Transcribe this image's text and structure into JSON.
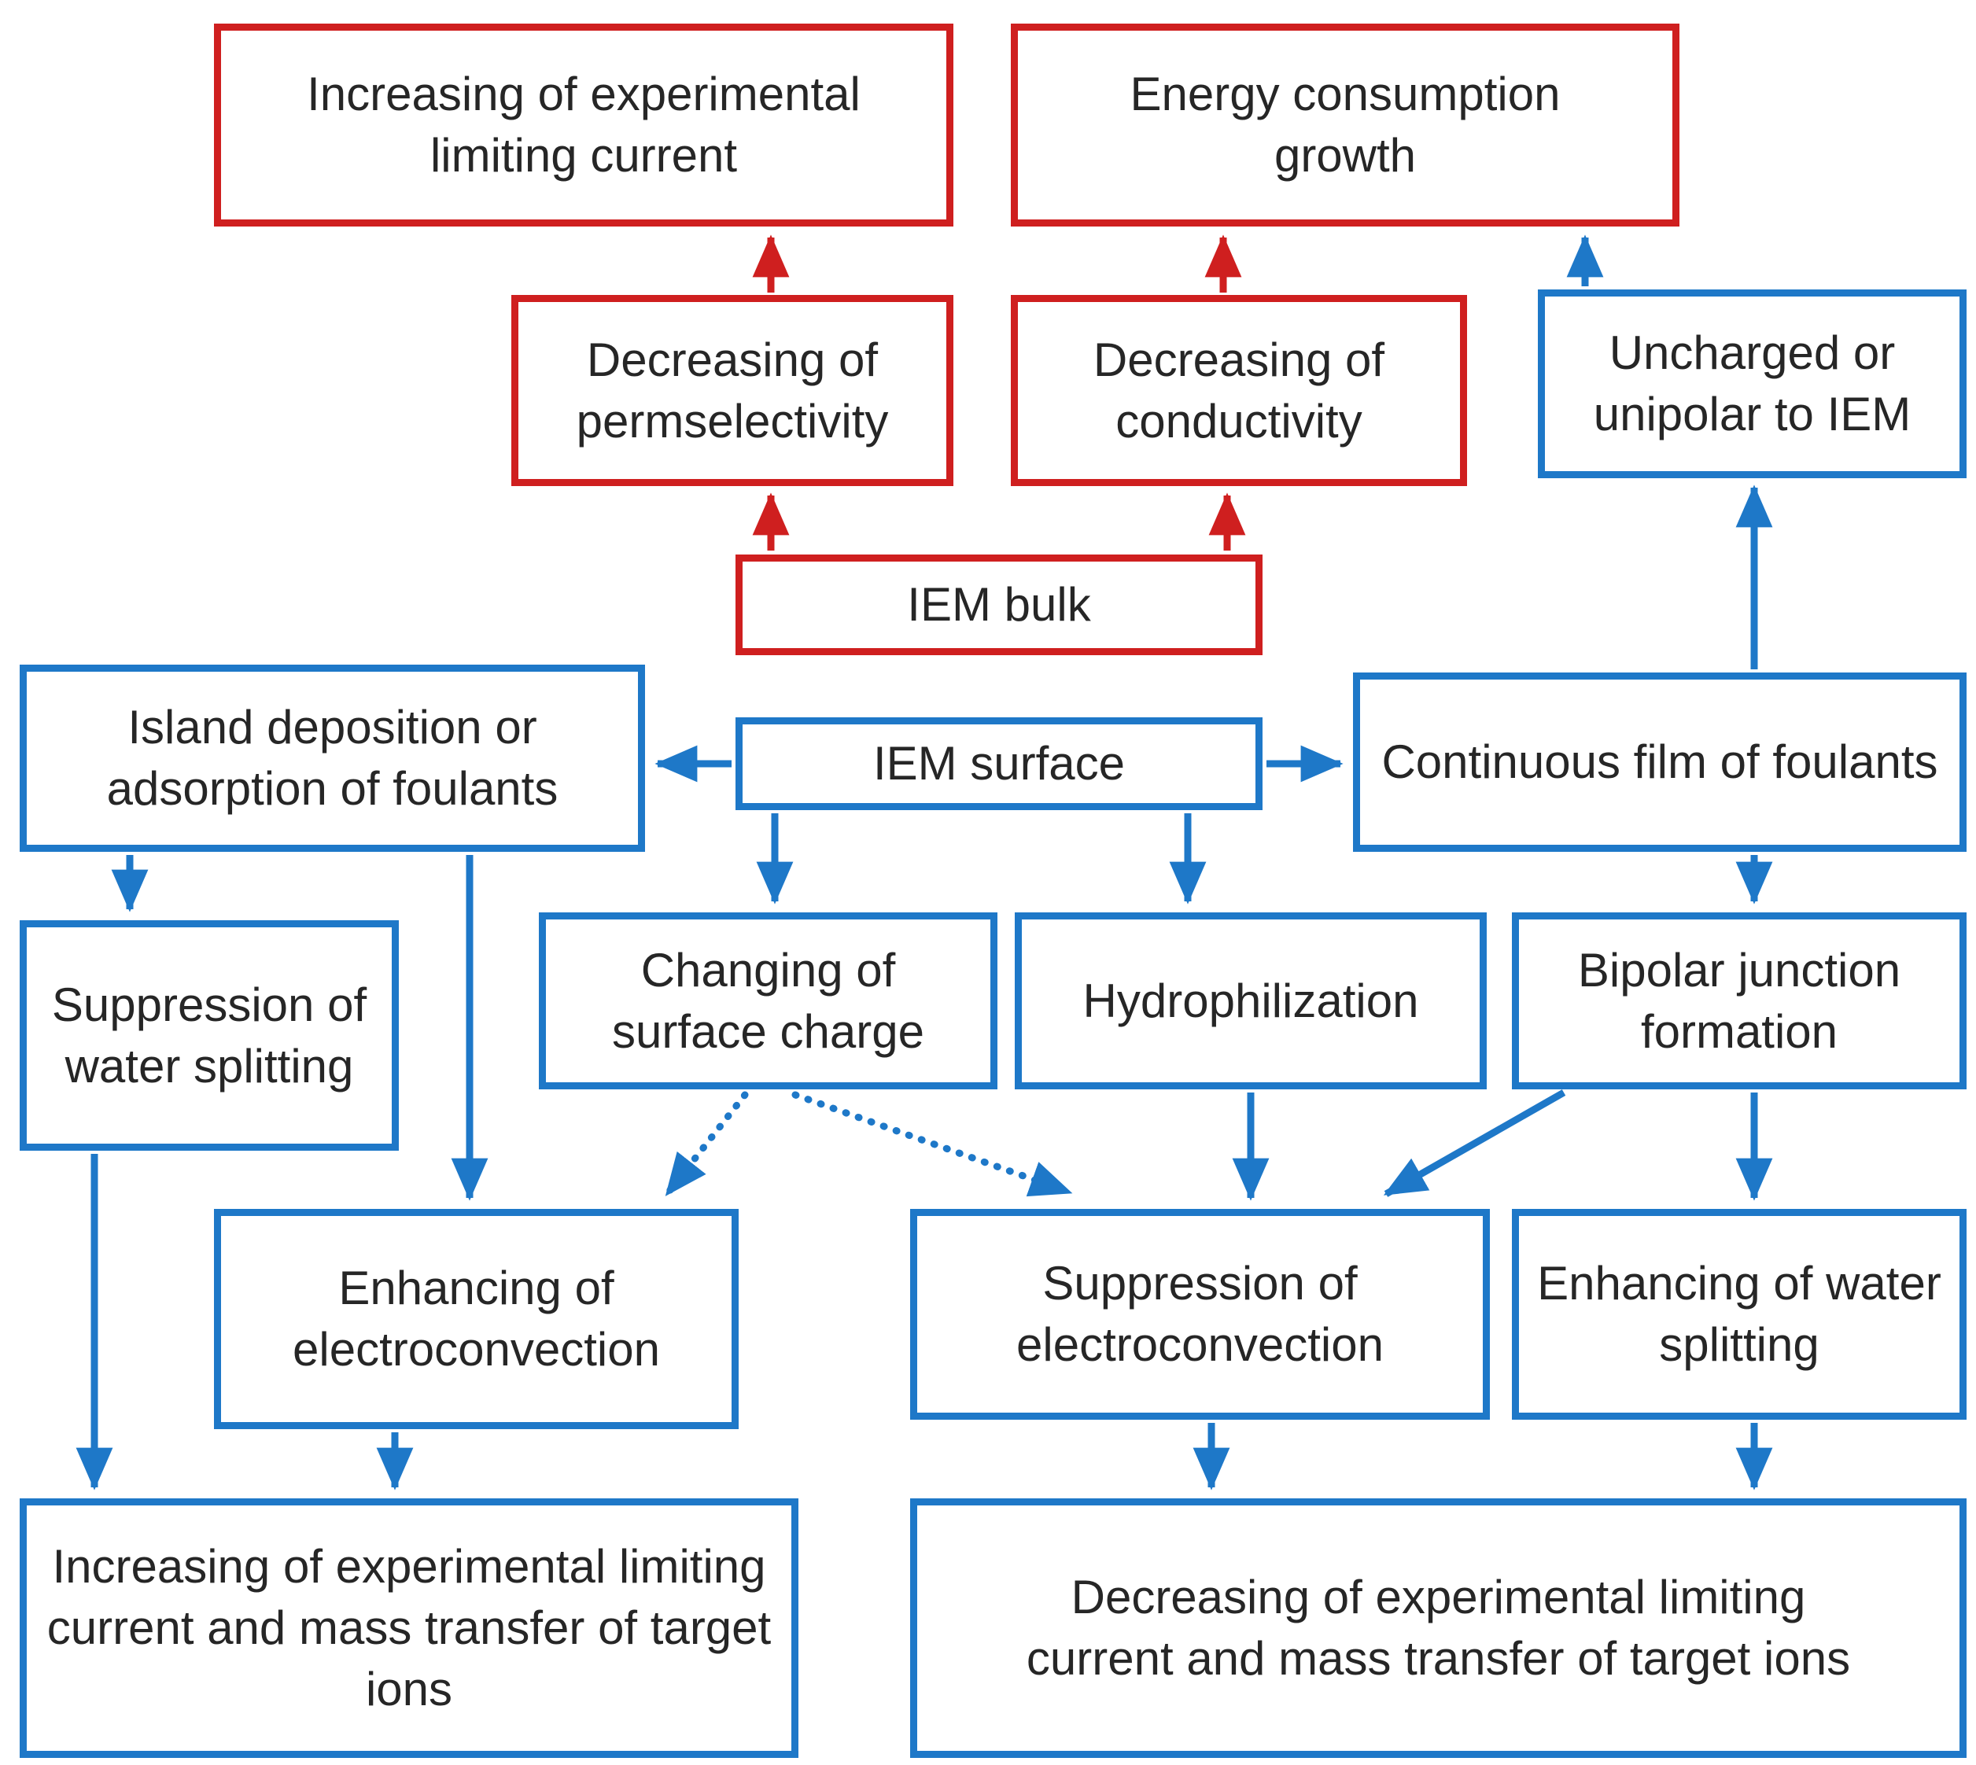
{
  "diagram": {
    "title": "IEM fouling consequences flowchart",
    "colors": {
      "red": "#cf1f1f",
      "blue": "#1e78c8",
      "text": "#262626",
      "background": "#ffffff"
    },
    "nodes": [
      {
        "id": "increasing-experimental-limiting-current",
        "label": "Increasing of experimental limiting current",
        "color": "red"
      },
      {
        "id": "energy-consumption-growth",
        "label": "Energy consumption growth",
        "color": "red"
      },
      {
        "id": "decreasing-of-permselectivity",
        "label": "Decreasing of permselectivity",
        "color": "red"
      },
      {
        "id": "decreasing-of-conductivity",
        "label": "Decreasing of conductivity",
        "color": "red"
      },
      {
        "id": "uncharged-or-unipolar-to-iem",
        "label": "Uncharged or unipolar to IEM",
        "color": "blue"
      },
      {
        "id": "iem-bulk",
        "label": "IEM bulk",
        "color": "red"
      },
      {
        "id": "island-deposition-or-adsorption-of-foulants",
        "label": "Island deposition or adsorption of foulants",
        "color": "blue"
      },
      {
        "id": "iem-surface",
        "label": "IEM surface",
        "color": "blue"
      },
      {
        "id": "continuous-film-of-foulants",
        "label": "Continuous film of foulants",
        "color": "blue"
      },
      {
        "id": "suppression-of-water-splitting",
        "label": "Suppression of water splitting",
        "color": "blue"
      },
      {
        "id": "changing-of-surface-charge",
        "label": "Changing of surface charge",
        "color": "blue"
      },
      {
        "id": "hydrophilization",
        "label": "Hydrophilization",
        "color": "blue"
      },
      {
        "id": "bipolar-junction-formation",
        "label": "Bipolar junction formation",
        "color": "blue"
      },
      {
        "id": "enhancing-of-electroconvection",
        "label": "Enhancing of electroconvection",
        "color": "blue"
      },
      {
        "id": "suppression-of-electroconvection",
        "label": "Suppression of electroconvection",
        "color": "blue"
      },
      {
        "id": "enhancing-of-water-splitting",
        "label": "Enhancing of water splitting",
        "color": "blue"
      },
      {
        "id": "increasing-limiting-current-mass-transfer",
        "label": "Increasing of experimental limiting current and mass transfer of target ions",
        "color": "blue"
      },
      {
        "id": "decreasing-limiting-current-mass-transfer",
        "label": "Decreasing of experimental limiting current and mass transfer of target ions",
        "color": "blue"
      }
    ],
    "edges": [
      {
        "from": "decreasing-of-permselectivity",
        "to": "increasing-experimental-limiting-current",
        "color": "red",
        "style": "solid",
        "points": [
          980,
          372,
          980,
          302
        ]
      },
      {
        "from": "decreasing-of-conductivity",
        "to": "energy-consumption-growth",
        "color": "red",
        "style": "solid",
        "points": [
          1555,
          372,
          1555,
          302
        ]
      },
      {
        "from": "iem-bulk",
        "to": "decreasing-of-permselectivity",
        "color": "red",
        "style": "solid",
        "points": [
          980,
          700,
          980,
          630
        ]
      },
      {
        "from": "iem-bulk",
        "to": "decreasing-of-conductivity",
        "color": "red",
        "style": "solid",
        "points": [
          1560,
          700,
          1560,
          630
        ]
      },
      {
        "from": "uncharged-or-unipolar-to-iem",
        "to": "energy-consumption-growth",
        "color": "blue",
        "style": "solid",
        "points": [
          2015,
          364,
          2015,
          302
        ]
      },
      {
        "from": "continuous-film-of-foulants",
        "to": "uncharged-or-unipolar-to-iem",
        "color": "blue",
        "style": "solid",
        "points": [
          2230,
          851,
          2230,
          620
        ]
      },
      {
        "from": "iem-surface",
        "to": "island-deposition-or-adsorption-of-foulants",
        "color": "blue",
        "style": "solid",
        "points": [
          930,
          971,
          836,
          971
        ]
      },
      {
        "from": "iem-surface",
        "to": "continuous-film-of-foulants",
        "color": "blue",
        "style": "solid",
        "points": [
          1610,
          971,
          1704,
          971
        ]
      },
      {
        "from": "iem-surface",
        "to": "changing-of-surface-charge",
        "color": "blue",
        "style": "solid",
        "points": [
          985,
          1034,
          985,
          1146
        ]
      },
      {
        "from": "iem-surface",
        "to": "hydrophilization",
        "color": "blue",
        "style": "solid",
        "points": [
          1510,
          1034,
          1510,
          1146
        ]
      },
      {
        "from": "island-deposition-or-adsorption-of-foulants",
        "to": "suppression-of-water-splitting",
        "color": "blue",
        "style": "solid",
        "points": [
          165,
          1087,
          165,
          1156
        ]
      },
      {
        "from": "island-deposition-or-adsorption-of-foulants",
        "to": "enhancing-of-electroconvection",
        "color": "blue",
        "style": "solid",
        "points": [
          597,
          1087,
          597,
          1523
        ]
      },
      {
        "from": "continuous-film-of-foulants",
        "to": "bipolar-junction-formation",
        "color": "blue",
        "style": "solid",
        "points": [
          2230,
          1087,
          2230,
          1146
        ]
      },
      {
        "from": "changing-of-surface-charge",
        "to": "enhancing-of-electroconvection",
        "color": "blue",
        "style": "dotted",
        "points": [
          947,
          1392,
          848,
          1518
        ]
      },
      {
        "from": "changing-of-surface-charge",
        "to": "suppression-of-electroconvection",
        "color": "blue",
        "style": "dotted",
        "points": [
          1011,
          1392,
          1360,
          1516
        ]
      },
      {
        "from": "hydrophilization",
        "to": "suppression-of-electroconvection",
        "color": "blue",
        "style": "solid",
        "points": [
          1590,
          1389,
          1590,
          1523
        ]
      },
      {
        "from": "bipolar-junction-formation",
        "to": "suppression-of-electroconvection",
        "color": "blue",
        "style": "solid",
        "points": [
          1988,
          1389,
          1762,
          1518
        ]
      },
      {
        "from": "bipolar-junction-formation",
        "to": "enhancing-of-water-splitting",
        "color": "blue",
        "style": "solid",
        "points": [
          2230,
          1389,
          2230,
          1523
        ]
      },
      {
        "from": "suppression-of-water-splitting",
        "to": "increasing-limiting-current-mass-transfer",
        "color": "blue",
        "style": "solid",
        "points": [
          120,
          1467,
          120,
          1891
        ]
      },
      {
        "from": "enhancing-of-electroconvection",
        "to": "increasing-limiting-current-mass-transfer",
        "color": "blue",
        "style": "solid",
        "points": [
          502,
          1821,
          502,
          1891
        ]
      },
      {
        "from": "suppression-of-electroconvection",
        "to": "decreasing-limiting-current-mass-transfer",
        "color": "blue",
        "style": "solid",
        "points": [
          1540,
          1809,
          1540,
          1891
        ]
      },
      {
        "from": "enhancing-of-water-splitting",
        "to": "decreasing-limiting-current-mass-transfer",
        "color": "blue",
        "style": "solid",
        "points": [
          2230,
          1809,
          2230,
          1891
        ]
      }
    ]
  }
}
